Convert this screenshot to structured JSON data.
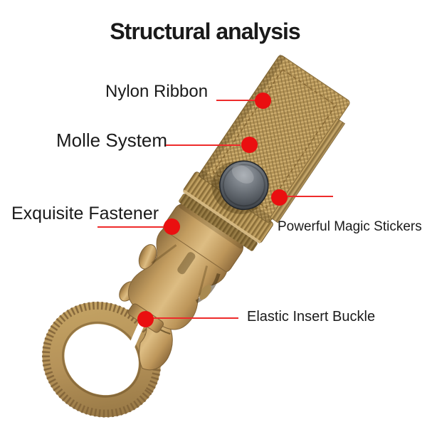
{
  "title": "Structural analysis",
  "colors": {
    "accent_red": "#ea0f10",
    "line_red": "#ee2b2b",
    "text": "#1a1a1a",
    "background": "#ffffff",
    "webbing_tan": "#b29255",
    "plastic_tan": "#c8a261",
    "metal_gray": "#5d6670"
  },
  "annotations": [
    {
      "label": "Nylon Ribbon",
      "side": "left",
      "points_to": "nylon-webbing-strap"
    },
    {
      "label": "Molle System",
      "side": "left",
      "points_to": "nylon-webbing-strap"
    },
    {
      "label": "Exquisite Fastener",
      "side": "left",
      "points_to": "side-release-buckle"
    },
    {
      "label": "Powerful Magic Stickers",
      "side": "right",
      "points_to": "webbing-edge"
    },
    {
      "label": "Elastic Insert Buckle",
      "side": "right",
      "points_to": "hook-clamp-gap"
    }
  ],
  "product": {
    "parts": [
      "nylon-webbing-strap",
      "metal-snap-button",
      "webbing-wrap",
      "side-release-buckle",
      "hook-clamp",
      "bottle-holder-ring"
    ]
  }
}
